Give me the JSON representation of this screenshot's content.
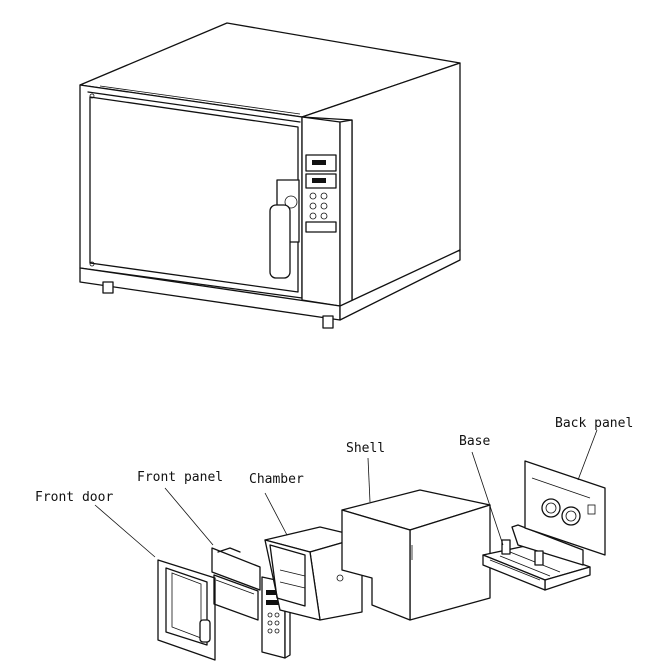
{
  "labels": {
    "front_door": "Front door",
    "front_panel": "Front panel",
    "chamber": "Chamber",
    "shell": "Shell",
    "base": "Base",
    "back_panel": "Back panel"
  }
}
